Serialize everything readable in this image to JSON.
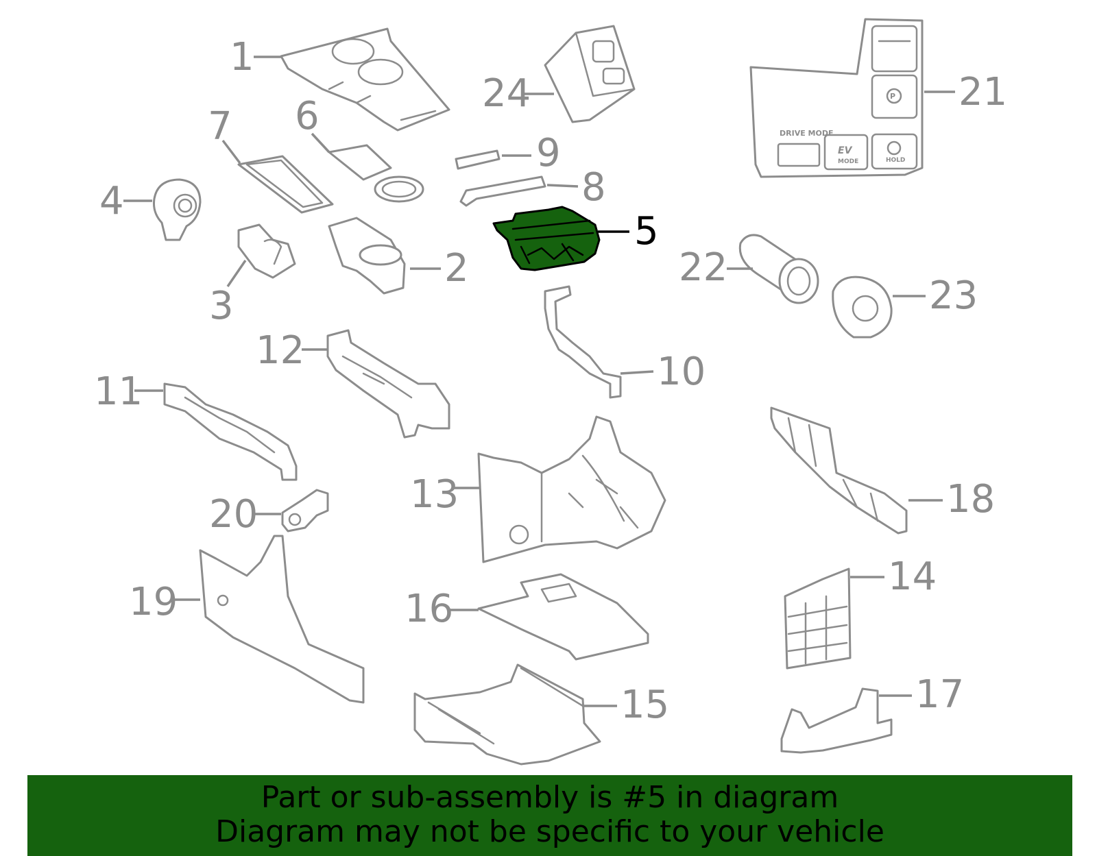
{
  "diagram": {
    "highlighted_part": "5",
    "highlight_color": "#15620e",
    "line_color": "#8c8c8c",
    "callouts": [
      "1",
      "2",
      "3",
      "4",
      "5",
      "6",
      "7",
      "8",
      "9",
      "10",
      "11",
      "12",
      "13",
      "14",
      "15",
      "16",
      "17",
      "18",
      "19",
      "20",
      "21",
      "22",
      "23",
      "24"
    ],
    "panel_text": {
      "drive_mode": "DRIVE MODE",
      "ev": "EV",
      "mode": "MODE",
      "hold": "HOLD",
      "park": "P"
    }
  },
  "banner": {
    "line1": "Part or sub-assembly is #5 in diagram",
    "line2": "Diagram may not be specific to your vehicle",
    "background": "#15620e"
  }
}
